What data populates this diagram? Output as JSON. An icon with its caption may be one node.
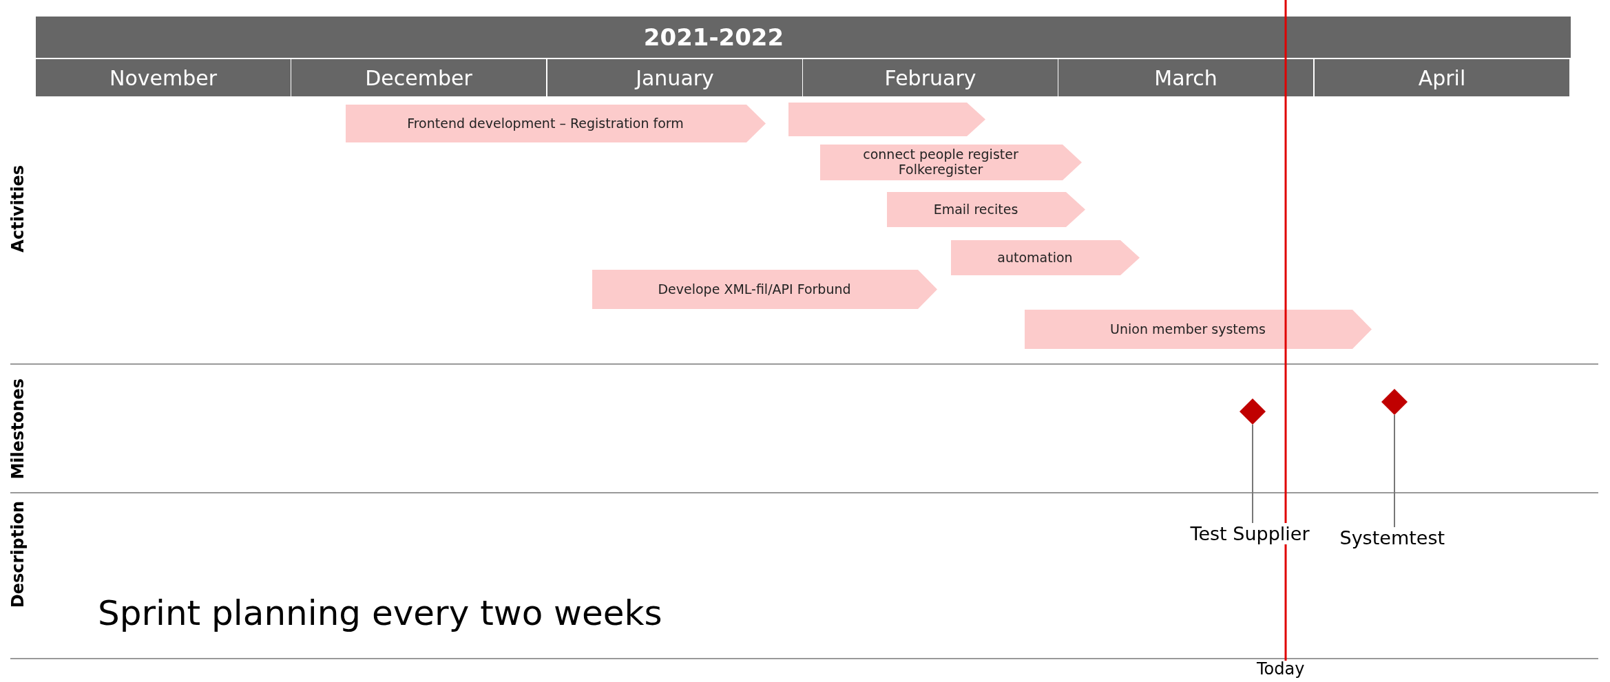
{
  "diagram": {
    "title": "2021-2022",
    "nodes": [
      {
        "text": [
          "Frontend development – Registration form"
        ]
      },
      {
        "text": [],
        "shape": "bar"
      },
      {
        "text": [
          "connect people register Folkeregister"
        ]
      },
      {
        "text": [
          "Email recites"
        ]
      },
      {
        "text": [
          "automation"
        ]
      },
      {
        "text": [
          "Develope XML-fil/API Forbund"
        ]
      },
      {
        "text": [
          "Union member systems"
        ]
      },
      {
        "text": [],
        "shape": "diamond"
      },
      {
        "text": [],
        "shape": "diamond"
      },
      {
        "text": [
          "Test Supplier"
        ]
      },
      {
        "text": [
          "Systemtest"
        ]
      }
    ],
    "edges": [
      {
        "from": 9,
        "to": 7,
        "arrow": "none"
      },
      {
        "from": 10,
        "to": 8,
        "arrow": "none"
      }
    ],
    "labels": [
      "November",
      "December",
      "January",
      "February",
      "March",
      "April",
      "Activities",
      "Milestones",
      "Description",
      "Sprint planning every two weeks",
      "Today"
    ]
  }
}
